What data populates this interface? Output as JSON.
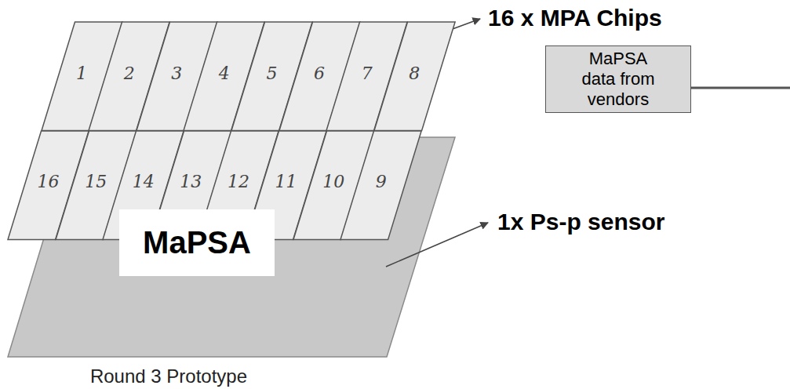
{
  "diagram": {
    "caption": "Round 3 Prototype",
    "nodes": [
      {
        "text": [
          "1"
        ]
      },
      {
        "text": [
          "2"
        ]
      },
      {
        "text": [
          "3"
        ]
      },
      {
        "text": [
          "4"
        ]
      },
      {
        "text": [
          "5"
        ]
      },
      {
        "text": [
          "6"
        ]
      },
      {
        "text": [
          "7"
        ]
      },
      {
        "text": [
          "8"
        ]
      },
      {
        "text": [
          "16"
        ]
      },
      {
        "text": [
          "15"
        ]
      },
      {
        "text": [
          "14"
        ]
      },
      {
        "text": [
          "13"
        ]
      },
      {
        "text": [
          "12"
        ]
      },
      {
        "text": [
          "11"
        ]
      },
      {
        "text": [
          "10"
        ]
      },
      {
        "text": [
          "9"
        ]
      },
      {
        "text": [
          "MaPSA"
        ]
      },
      {
        "text": [
          "MaPSA data from vendors"
        ]
      }
    ],
    "labels": [
      "16 x MPA Chips",
      "1x Ps-p sensor"
    ]
  }
}
